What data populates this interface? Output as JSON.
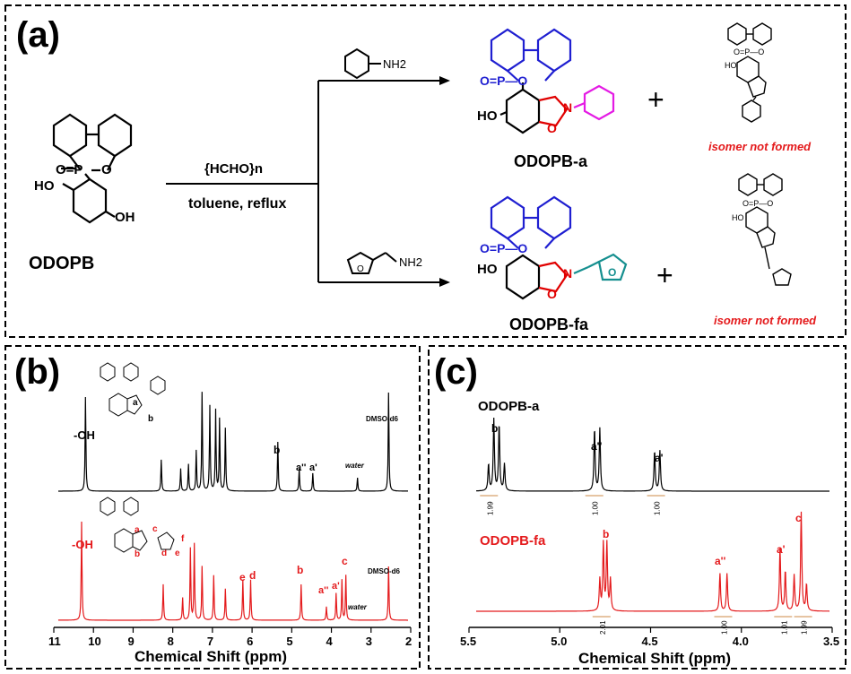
{
  "panel_a": {
    "label": "(a)",
    "reactant": "ODOPB",
    "reagent_top": "{HCHO}n",
    "conditions": "toluene, reflux",
    "amine_top": "NH2",
    "amine_bottom": "NH2",
    "product_top": "ODOPB-a",
    "product_bottom": "ODOPB-fa",
    "isomer_note": "isomer not formed",
    "plus": "+"
  },
  "panel_b": {
    "label": "(b)",
    "xlabel": "Chemical Shift (ppm)",
    "ticks": [
      "11",
      "10",
      "9",
      "8",
      "7",
      "6",
      "5",
      "4",
      "3",
      "2"
    ],
    "top_labels": {
      "oh": "-OH",
      "b": "b",
      "a2": "a''",
      "a1": "a'",
      "water": "water",
      "dmso": "DMSO-d6",
      "struct_a": "a",
      "struct_b": "b"
    },
    "bottom_labels": {
      "oh": "-OH",
      "b": "b",
      "a2": "a''",
      "a1": "a'",
      "c": "c",
      "e": "e",
      "d": "d",
      "water": "water",
      "dmso": "DMSO-d6",
      "struct_a": "a",
      "struct_b": "b",
      "struct_c": "c",
      "struct_d": "d",
      "struct_e": "e",
      "struct_f": "f"
    }
  },
  "panel_c": {
    "label": "(c)",
    "xlabel": "Chemical Shift (ppm)",
    "ticks": [
      "5.5",
      "5.0",
      "4.5",
      "4.0",
      "3.5"
    ],
    "top_title": "ODOPB-a",
    "bottom_title": "ODOPB-fa",
    "top_labels": {
      "b": "b",
      "a2": "a''",
      "a1": "a'"
    },
    "bottom_labels": {
      "b": "b",
      "a2": "a''",
      "a1": "a'",
      "c": "c"
    },
    "top_integrals": [
      "1.99",
      "1.00",
      "1.00"
    ],
    "bottom_integrals": [
      "2.01",
      "1.00",
      "1.01",
      "1.99"
    ]
  },
  "colors": {
    "black": "#000000",
    "red": "#e41a1c",
    "blue": "#1f1fd1",
    "magenta": "#e41ae4",
    "teal": "#158f8f",
    "deepred": "#e00000"
  },
  "chart_data": [
    {
      "type": "line",
      "title": "",
      "xlabel": "Chemical Shift (ppm)",
      "ylabel": "",
      "xlim": [
        11,
        2
      ],
      "series": [
        {
          "name": "",
          "peaks_ppm": [
            10.3,
            8.35,
            7.85,
            7.65,
            7.45,
            7.3,
            7.1,
            6.95,
            6.85,
            6.7,
            5.35,
            4.8,
            4.45,
            3.3,
            2.5
          ]
        },
        {
          "name": "",
          "peaks_ppm": [
            10.4,
            8.3,
            7.8,
            7.6,
            7.5,
            7.3,
            7.0,
            6.7,
            6.25,
            6.05,
            4.75,
            4.1,
            3.85,
            3.7,
            3.6,
            2.5
          ]
        }
      ]
    },
    {
      "type": "line",
      "title": "",
      "xlabel": "Chemical Shift (ppm)",
      "ylabel": "",
      "xlim": [
        5.5,
        3.5
      ],
      "series": [
        {
          "name": "ODOPB-a",
          "peaks_ppm": [
            5.43,
            5.4,
            5.37,
            5.34,
            4.83,
            4.8,
            4.49,
            4.46
          ]
        },
        {
          "name": "ODOPB-fa",
          "peaks_ppm": [
            4.8,
            4.78,
            4.76,
            4.74,
            4.12,
            4.08,
            3.78,
            3.75,
            3.7,
            3.66,
            3.63
          ]
        }
      ]
    }
  ]
}
